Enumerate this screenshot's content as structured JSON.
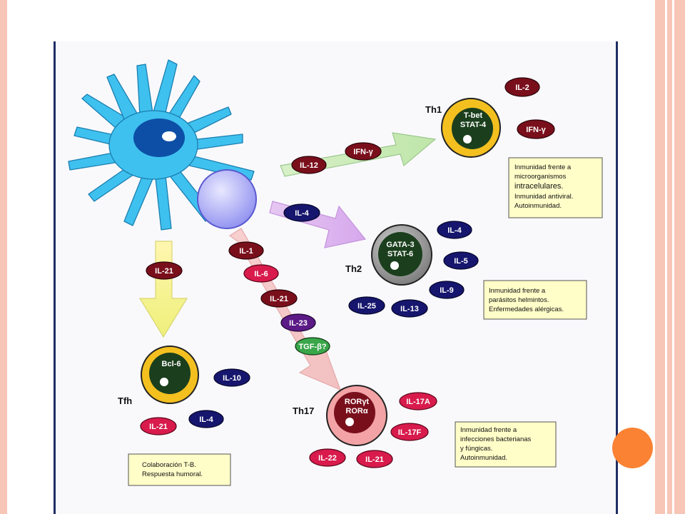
{
  "cells": {
    "th1": "Th1",
    "th2": "Th2",
    "tfh": "Tfh",
    "th17": "Th17"
  },
  "nuclei": {
    "th1": [
      "T-bet",
      "STAT-4"
    ],
    "th2": [
      "GATA-3",
      "STAT-6"
    ],
    "tfh": [
      "Bcl-6"
    ],
    "th17": [
      "RORγt",
      "RORα"
    ]
  },
  "cytokines": {
    "th1_il2": "IL-2",
    "th1_ifng": "IFN-γ",
    "arrow_th1_ifng": "IFN-γ",
    "arrow_th1_il12": "IL-12",
    "arrow_th2_il4": "IL-4",
    "th2_il4": "IL-4",
    "th2_il5": "IL-5",
    "th2_il9": "IL-9",
    "th2_il13": "IL-13",
    "th2_il25": "IL-25",
    "tfh_il21_arrow": "IL-21",
    "tfh_il10": "IL-10",
    "tfh_il4": "IL-4",
    "tfh_il21": "IL-21",
    "th17_il1": "IL-1",
    "th17_il6": "IL-6",
    "th17_il21_arrow": "IL-21",
    "th17_il23": "IL-23",
    "th17_tgfb": "TGF-β?",
    "th17_il17a": "IL-17A",
    "th17_il17f": "IL-17F",
    "th17_il22": "IL-22",
    "th17_il21": "IL-21"
  },
  "boxes": {
    "th1": [
      "Inmunidad frente a",
      "microorganismos",
      "intracelulares.",
      "Inmunidad antiviral.",
      "Autoinmunidad."
    ],
    "th2": [
      "Inmunidad frente a",
      "parásitos helmintos.",
      "Enfermedades alérgicas."
    ],
    "th17": [
      "Inmunidad frente a",
      "infecciones bacterianas",
      "y fúngicas.",
      "Autoinmunidad."
    ],
    "tfh": [
      "Colaboración T-B.",
      "Respuesta humoral."
    ]
  },
  "colors": {
    "maroon": "#7a0f1c",
    "navy": "#16166e",
    "crimson": "#d81b4c",
    "purple": "#5b1a86",
    "green": "#3aa64a",
    "dendritic": "#3fc1ef",
    "frame": "#f7c6b6",
    "bullet": "#fb8232"
  }
}
